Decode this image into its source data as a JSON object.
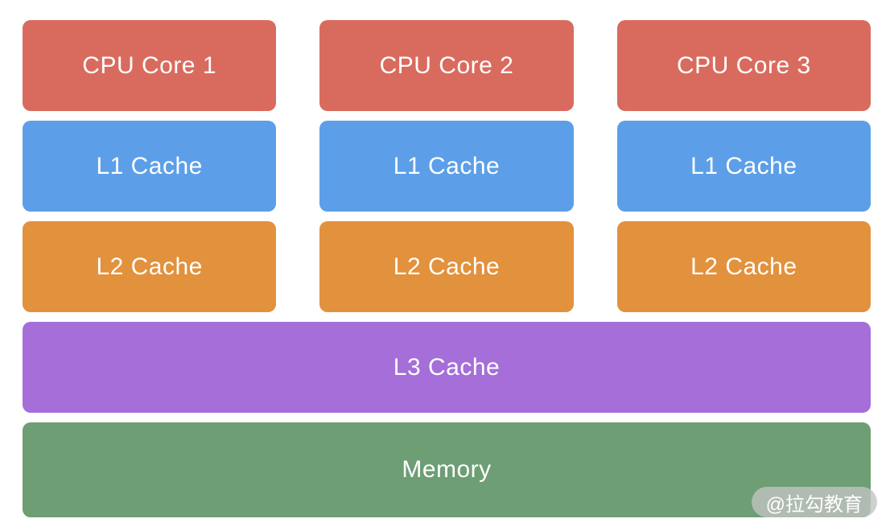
{
  "diagram": {
    "title_semantic": "CPU cache hierarchy diagram",
    "columns": [
      {
        "core_label": "CPU Core 1",
        "l1_label": "L1 Cache",
        "l2_label": "L2 Cache"
      },
      {
        "core_label": "CPU Core 2",
        "l1_label": "L1 Cache",
        "l2_label": "L2 Cache"
      },
      {
        "core_label": "CPU Core 3",
        "l1_label": "L1 Cache",
        "l2_label": "L2 Cache"
      }
    ],
    "shared": {
      "l3_label": "L3 Cache",
      "memory_label": "Memory"
    },
    "colors": {
      "core": "#D96B5E",
      "l1": "#5C9FE8",
      "l2": "#E2913D",
      "l3": "#A56ED9",
      "memory": "#6D9E74",
      "text": "#FFFFFF",
      "background": "#FFFFFF"
    },
    "watermark": {
      "text": "@拉勾教育"
    }
  }
}
